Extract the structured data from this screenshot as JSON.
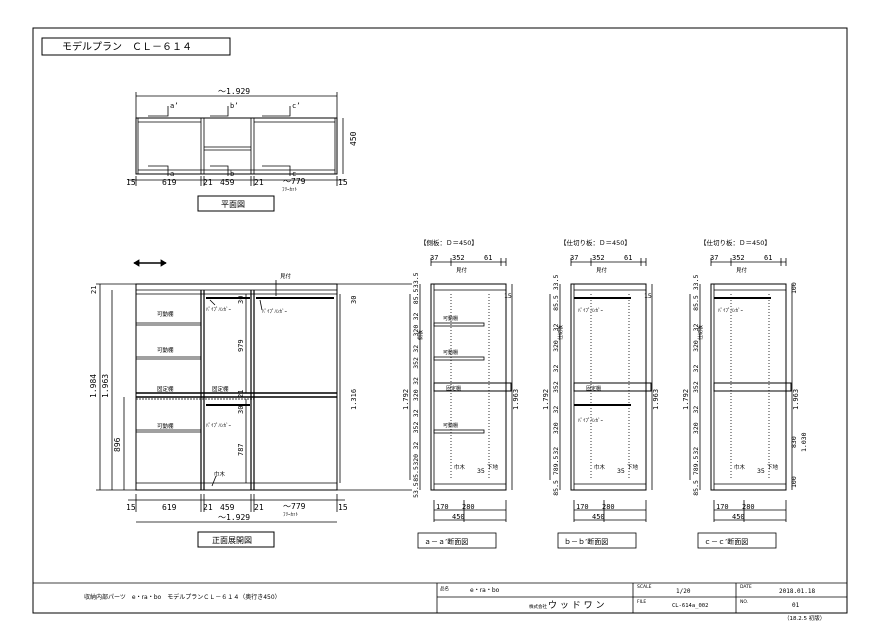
{
  "sheet": {
    "title": "モデルプラン　ＣＬ－６１４"
  },
  "plan_view": {
    "caption": "平面図",
    "total_width": "～1.929",
    "depth": "450",
    "section_marks": [
      "a’",
      "b’",
      "c’",
      "a",
      "b",
      "c"
    ],
    "bottom_dims": [
      "15",
      "619",
      "21",
      "459",
      "21",
      "～779",
      "15"
    ],
    "free_cut": "ﾌﾘｰｶｯﾄ"
  },
  "front_view": {
    "caption": "正面展開図",
    "heights": [
      "1.984",
      "1.963",
      "896"
    ],
    "top_dim": "21",
    "mid_dims": [
      "30",
      "979",
      "21",
      "30",
      "787"
    ],
    "right_dims": [
      "30",
      "1.316",
      "30"
    ],
    "labels": {
      "shelf": "可動棚",
      "fixed_shelf": "固定棚",
      "pipe_hanger": "ﾊﾟｲﾌﾟﾊﾝｶﾞｰ",
      "top_rail": "見付",
      "base": "巾木"
    },
    "bottom_dims": [
      "15",
      "619",
      "21",
      "459",
      "21",
      "～779",
      "15"
    ],
    "total_width": "～1.929",
    "free_cut": "ﾌﾘｰｶｯﾄ"
  },
  "sections": [
    {
      "header": "【側板：Ｄ＝450】",
      "caption": "ａ－ａ’断面図",
      "top_dims": [
        "37",
        "352",
        "61"
      ],
      "left_dims": [
        "33.5",
        "85.5",
        "32",
        "320",
        "32",
        "352",
        "32",
        "320",
        "32",
        "352",
        "32",
        "320",
        "85.5",
        "53.5"
      ],
      "left_total": "1.792",
      "right_total": "1.963",
      "right_small": "15",
      "base_dims": [
        "35"
      ],
      "bottom_dims": [
        "170",
        "280"
      ],
      "bottom_total": "450",
      "labels": {
        "top_rail": "見付",
        "side": "側板",
        "shelf": "可動棚",
        "fixed_shelf": "固定棚",
        "base": "巾木",
        "stopper": "下地"
      }
    },
    {
      "header": "【仕切り板：Ｄ＝450】",
      "caption": "ｂ－ｂ’断面図",
      "top_dims": [
        "37",
        "352",
        "61"
      ],
      "left_dims": [
        "33.5",
        "85.5",
        "32",
        "320",
        "32",
        "352",
        "32",
        "320",
        "32",
        "789.5",
        "85.5"
      ],
      "left_total": "1.792",
      "right_total": "1.963",
      "right_small": "15",
      "base_dims": [
        "35"
      ],
      "bottom_dims": [
        "170",
        "280"
      ],
      "bottom_total": "450",
      "labels": {
        "top_rail": "見付",
        "side": "仕切板",
        "pipe_hanger": "ﾊﾟｲﾌﾟﾊﾝｶﾞｰ",
        "fixed_shelf": "固定棚",
        "base": "巾木",
        "stopper": "下地"
      }
    },
    {
      "header": "【仕切り板：Ｄ＝450】",
      "caption": "ｃ－ｃ’断面図",
      "top_dims": [
        "37",
        "352",
        "61"
      ],
      "left_dims": [
        "33.5",
        "85.5",
        "32",
        "320",
        "32",
        "352",
        "32",
        "320",
        "32",
        "789.5",
        "85.5"
      ],
      "left_total": "1.792",
      "right_total": "1.963",
      "right_dims": [
        "100",
        "830",
        "1.030",
        "100"
      ],
      "base_dims": [
        "35"
      ],
      "bottom_dims": [
        "170",
        "280"
      ],
      "bottom_total": "450",
      "labels": {
        "top_rail": "見付",
        "side": "仕切板",
        "pipe_hanger": "ﾊﾟｲﾌﾟﾊﾝｶﾞｰ",
        "base": "巾木",
        "stopper": "下地"
      }
    }
  ],
  "title_block": {
    "project": "収納内部パーツ　e・ra・bo　モデルプランＣＬ－６１４（奥行き450）",
    "product_label": "品名",
    "product": "e・ra・bo",
    "company_label": "株式会社",
    "company": "ウ ッ ド ワ ン",
    "scale_label": "SCALE",
    "scale": "1/20",
    "file_label": "FILE",
    "file": "CL-614a_002",
    "date_label": "DATE",
    "date": "2018.01.18",
    "no_label": "NO.",
    "no": "01",
    "footnote": "（18.2.5 初版）"
  }
}
